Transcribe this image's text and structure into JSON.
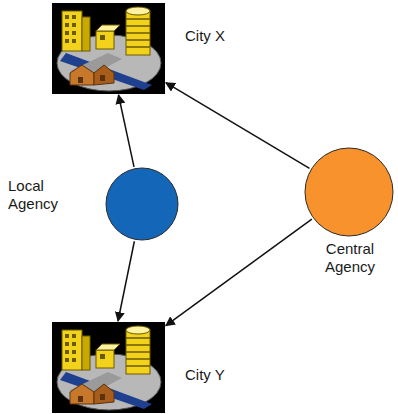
{
  "diagram": {
    "nodes": [
      {
        "text": [
          "City X"
        ]
      },
      {
        "text": [
          "Local Agency"
        ]
      },
      {
        "text": [
          "Central Agency"
        ]
      },
      {
        "text": [
          "City Y"
        ]
      }
    ],
    "edges": [
      {
        "from": 1,
        "to": 0,
        "arrow": "to"
      },
      {
        "from": 1,
        "to": 3,
        "arrow": "to"
      },
      {
        "from": 2,
        "to": 0,
        "arrow": "to"
      },
      {
        "from": 2,
        "to": 3,
        "arrow": "to"
      }
    ]
  }
}
